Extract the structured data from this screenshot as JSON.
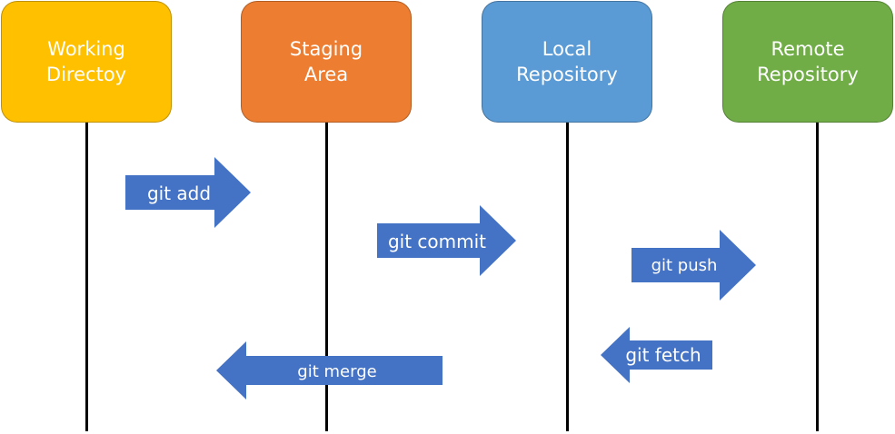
{
  "stages": [
    {
      "label": "Working\nDirectoy",
      "color": "#FFC000"
    },
    {
      "label": "Staging\nArea",
      "color": "#ED7D31"
    },
    {
      "label": "Local\nRepository",
      "color": "#5B9BD5"
    },
    {
      "label": "Remote\nRepository",
      "color": "#70AD47"
    }
  ],
  "arrows": {
    "color": "#4472C4",
    "add": "git add",
    "commit": "git commit",
    "push": "git push",
    "fetch": "git fetch",
    "merge": "git merge"
  }
}
